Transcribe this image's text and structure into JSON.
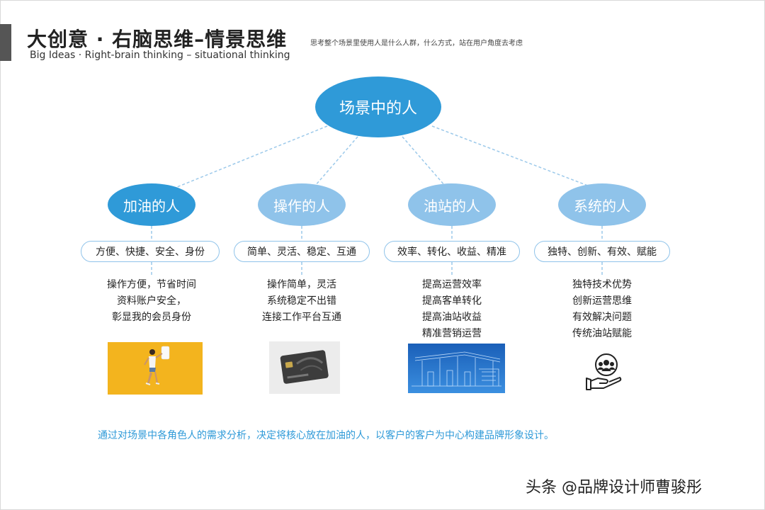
{
  "header": {
    "title": "大创意 · 右脑思维–情景思维",
    "subtitle": "Big Ideas  ·  Right-brain thinking – situational thinking",
    "description": "思考整个场景里使用人是什么人群，什么方式，站在用户角度去考虑"
  },
  "diagram": {
    "center_label": "场景中的人",
    "nodes": [
      {
        "label": "加油的人",
        "tags": "方便、快捷、安全、身份",
        "lines": [
          "操作方便，节省时间",
          "资料账户安全，",
          "彰显我的会员身份"
        ],
        "image": "person-with-phone-photo"
      },
      {
        "label": "操作的人",
        "tags": "简单、灵活、稳定、互通",
        "lines": [
          "操作简单，灵活",
          "系统稳定不出错",
          "连接工作平台互通"
        ],
        "image": "payment-card-photo"
      },
      {
        "label": "油站的人",
        "tags": "效率、转化、收益、精准",
        "lines": [
          "提高运营效率",
          "提高客单转化",
          "提高油站收益",
          "精准营销运营"
        ],
        "image": "gas-station-wireframe"
      },
      {
        "label": "系统的人",
        "tags": "独特、创新、有效、赋能",
        "lines": [
          "独特技术优势",
          "创新运营思维",
          "有效解决问题",
          "传统油站赋能"
        ],
        "image": "hand-holding-people-icon"
      }
    ]
  },
  "conclusion": "通过对场景中各角色人的需求分析，决定将核心放在加油的人，以客户的客户为中心构建品牌形象设计。",
  "watermark": "头条 @品牌设计师曹骏彤",
  "colors": {
    "primary_blue": "#2f9ad8",
    "light_blue": "#8fc3ea",
    "photo_yellow": "#f2b21a"
  }
}
